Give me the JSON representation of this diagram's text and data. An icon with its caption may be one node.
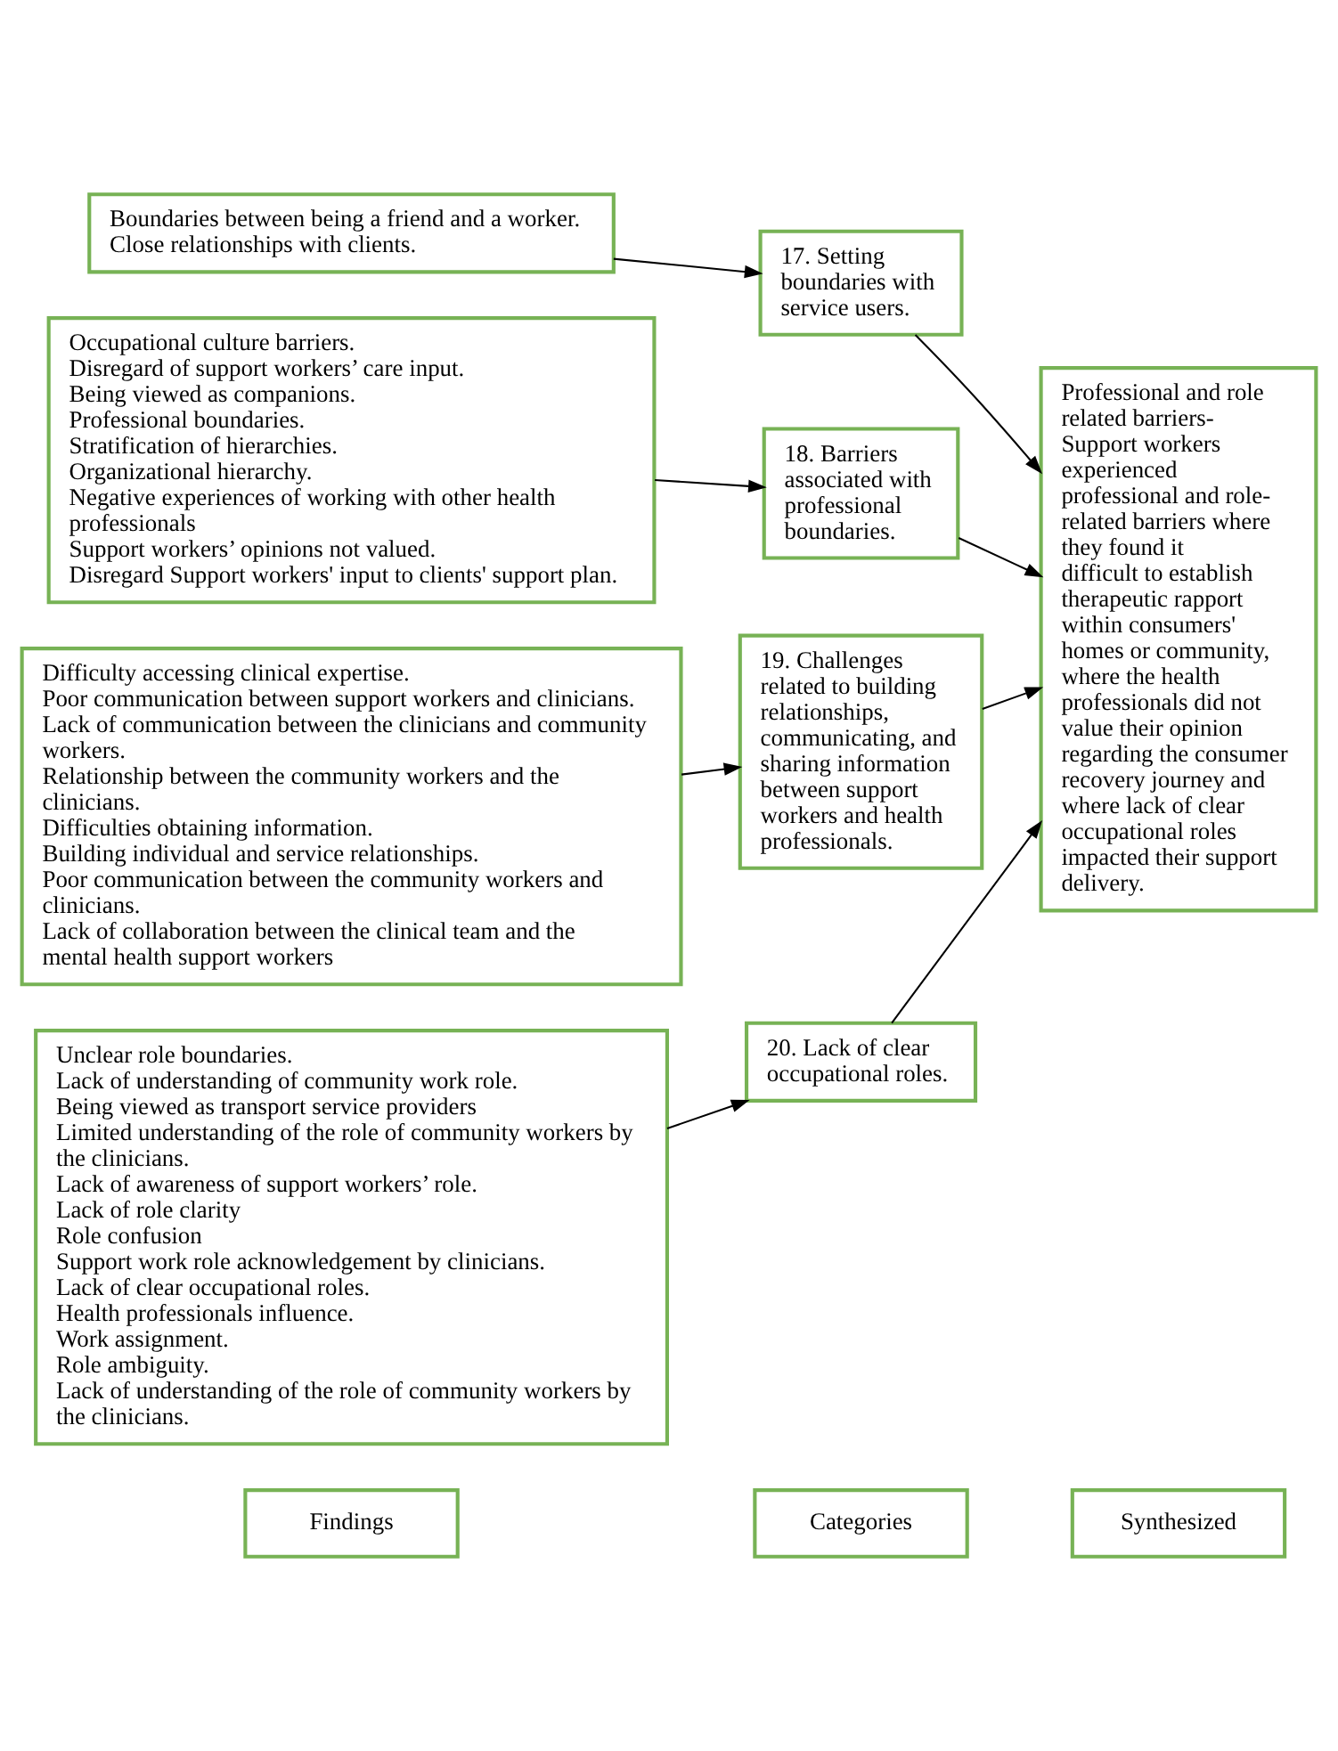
{
  "diagram": {
    "nodes": [
      {
        "text": [
          "Findings"
        ]
      },
      {
        "text": [
          "Categories"
        ]
      },
      {
        "text": [
          "Synthesized"
        ]
      },
      {
        "text": [
          "Boundaries between being a friend and a worker.",
          "Close relationships with clients."
        ]
      },
      {
        "text": [
          "17. Setting boundaries with service users."
        ]
      },
      {
        "text": [
          "Occupational culture barriers.",
          "Disregard of support workers’ care input.",
          "Being viewed as companions.",
          "Professional boundaries.",
          "Stratification of hierarchies.",
          "Organizational hierarchy.",
          "Negative experiences of working with other health professionals",
          "Support workers’ opinions not valued.",
          "Disregard Support workers' input to clients' support plan."
        ]
      },
      {
        "text": [
          "18. Barriers associated with professional boundaries."
        ]
      },
      {
        "text": [
          "Professional and role related barriers- Support workers experienced professional and role-related barriers where they found it difficult to establish therapeutic rapport within consumers' homes or community, where the health professionals did not value their opinion regarding the consumer recovery journey and where lack of clear occupational roles impacted their support delivery."
        ]
      },
      {
        "text": [
          "Difficulty accessing clinical expertise.",
          "Poor communication between support workers and clinicians.",
          "Lack of communication between the clinicians and community workers.",
          "Relationship between the community workers and the clinicians.",
          "Difficulties obtaining information.",
          "Building individual and service relationships.",
          "Poor communication between the community workers and clinicians.",
          "Lack of collaboration between the clinical team and the mental health support workers"
        ]
      },
      {
        "text": [
          "19. Challenges related to building relationships, communicating, and sharing information between support workers and health professionals."
        ]
      },
      {
        "text": [
          "Unclear role boundaries.",
          "Lack of understanding of community work role.",
          "Being viewed as transport service providers",
          "Limited understanding of the role of community workers by the clinicians.",
          "Lack of awareness of support workers’ role.",
          "Lack of role clarity",
          "Role confusion",
          "Support work role acknowledgement by clinicians.",
          "Lack of clear occupational roles.",
          "Health professionals influence.",
          "Work assignment.",
          "Role ambiguity.",
          "Lack of understanding of the role of community workers by the clinicians."
        ]
      },
      {
        "text": [
          "20. Lack of clear occupational roles."
        ]
      }
    ],
    "edges": [
      {
        "from": 3,
        "to": 4,
        "arrow": "to"
      },
      {
        "from": 4,
        "to": 7,
        "arrow": "to"
      },
      {
        "from": 5,
        "to": 6,
        "arrow": "to"
      },
      {
        "from": 6,
        "to": 7,
        "arrow": "to"
      },
      {
        "from": 8,
        "to": 9,
        "arrow": "to"
      },
      {
        "from": 9,
        "to": 7,
        "arrow": "to"
      },
      {
        "from": 10,
        "to": 11,
        "arrow": "to"
      },
      {
        "from": 11,
        "to": 7,
        "arrow": "to"
      }
    ]
  }
}
